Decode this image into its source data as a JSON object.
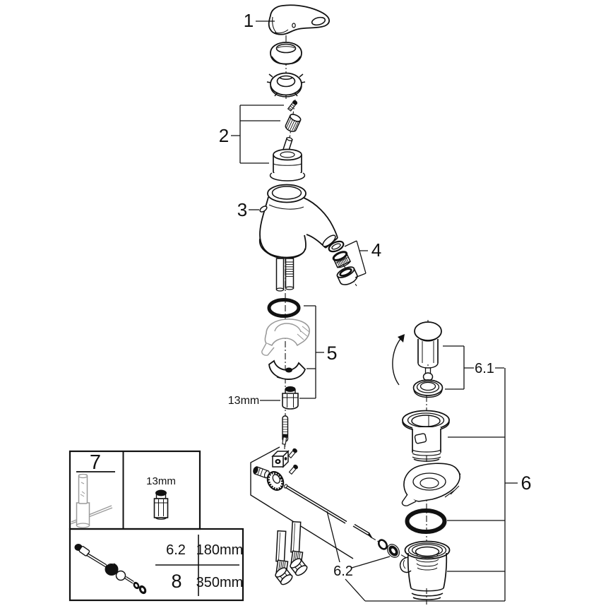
{
  "diagram": {
    "callouts": {
      "part1": "1",
      "part2": "2",
      "part3": "3",
      "part4": "4",
      "part5": "5",
      "part6": "6",
      "part6_1": "6.1",
      "part6_2": "6.2"
    },
    "annotations": {
      "wrench_size": "13mm"
    }
  },
  "reference_box": {
    "tool_ref": "7",
    "wrench_size": "13mm",
    "size_table": {
      "rows": [
        {
          "ref": "6.2",
          "length": "180mm"
        },
        {
          "ref": "8",
          "length": "350mm"
        }
      ]
    }
  },
  "colors": {
    "line": "#111111",
    "light_part": "#9a9a9a",
    "background": "#ffffff"
  }
}
